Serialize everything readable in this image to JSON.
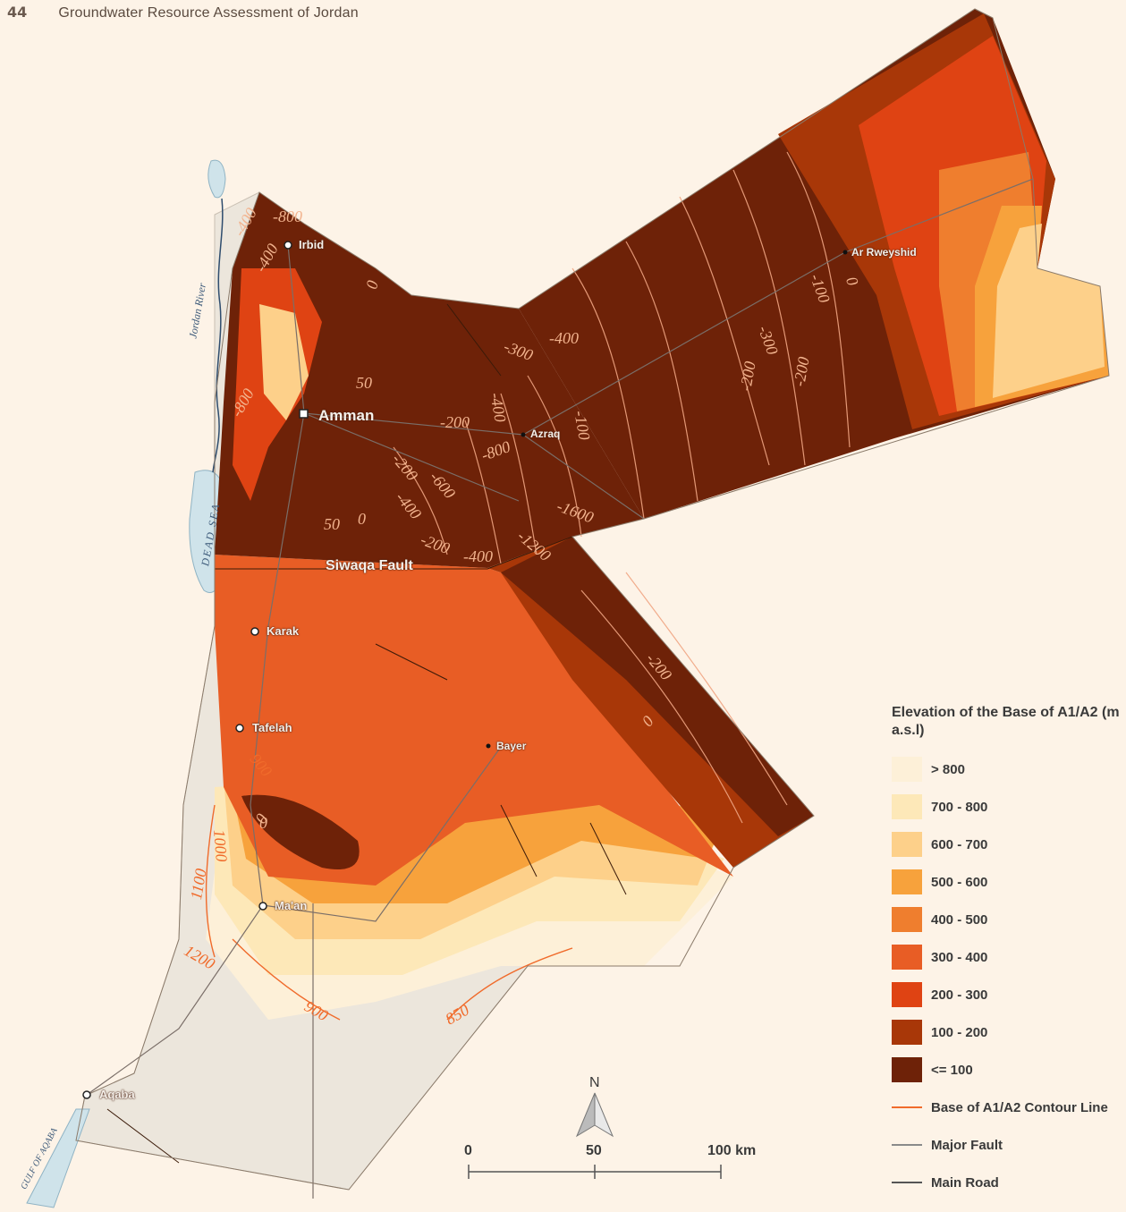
{
  "header": {
    "page_number": "44",
    "title": "Groundwater Resource Assessment of Jordan"
  },
  "map": {
    "cities": [
      {
        "name": "Irbid"
      },
      {
        "name": "Amman"
      },
      {
        "name": "Azraq"
      },
      {
        "name": "Ar Rweyshid"
      },
      {
        "name": "Karak"
      },
      {
        "name": "Tafelah"
      },
      {
        "name": "Bayer"
      },
      {
        "name": "Ma'an"
      },
      {
        "name": "Aqaba"
      }
    ],
    "features": {
      "jordan_river": "Jordan River",
      "dead_sea": "DEAD SEA",
      "gulf_of_aqaba": "GULF OF AQABA",
      "siwaqa_fault": "Siwaqa Fault"
    },
    "contour_labels": [
      "-800",
      "-400",
      "-800",
      "-400",
      "0",
      "50",
      "-200",
      "-400",
      "-300",
      "-400",
      "-800",
      "-100",
      "-600",
      "-200",
      "-400",
      "-200",
      "-1600",
      "-1200",
      "-400",
      "-100",
      "0",
      "-300",
      "-200",
      "0",
      "50",
      "0",
      "-200",
      "0",
      "900",
      "1000",
      "1100",
      "1200",
      "900",
      "850",
      "0",
      "-200"
    ]
  },
  "legend": {
    "title": "Elevation of the Base of A1/A2 (m a.s.l)",
    "classes": [
      {
        "label": "> 800",
        "color": "#fdf0d8"
      },
      {
        "label": "700 - 800",
        "color": "#fde8b8"
      },
      {
        "label": "600 - 700",
        "color": "#fdd08a"
      },
      {
        "label": "500 - 600",
        "color": "#f7a23c"
      },
      {
        "label": "400 - 500",
        "color": "#ef7e2e"
      },
      {
        "label": "300 - 400",
        "color": "#e85d25"
      },
      {
        "label": "200 - 300",
        "color": "#df4313"
      },
      {
        "label": "100 - 200",
        "color": "#a83708"
      },
      {
        "label": "<= 100",
        "color": "#6e2208"
      }
    ],
    "lines": [
      {
        "label": "Base of A1/A2 Contour Line",
        "color": "#f06b2b"
      },
      {
        "label": "Major Fault",
        "color": "#8a8a8a"
      },
      {
        "label": "Main Road",
        "color": "#555555"
      }
    ]
  },
  "scale_bar": {
    "labels": [
      "0",
      "50",
      "100 km"
    ]
  },
  "north_arrow": {
    "label": "N"
  }
}
